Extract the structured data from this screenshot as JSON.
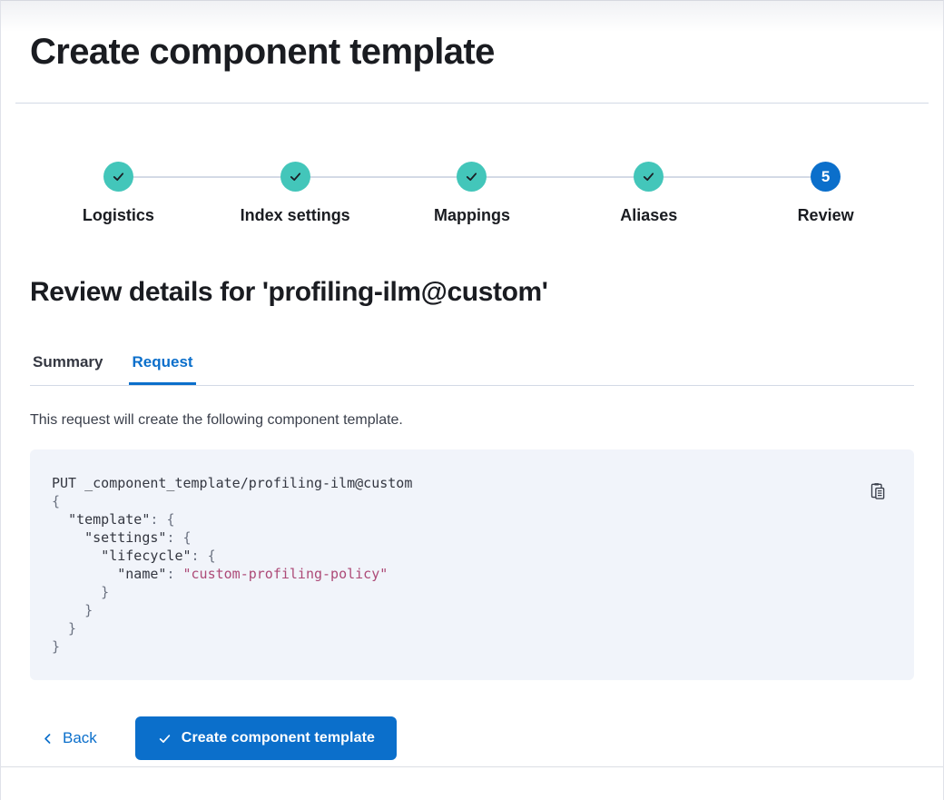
{
  "window": {
    "title": "Create component template"
  },
  "colors": {
    "primary": "#0b6fcb",
    "success": "#43c6ba",
    "divider": "#d3dae6",
    "code_bg": "#f1f4fa",
    "text": "#1a1c21",
    "body_text": "#3a3f4b",
    "code_string": "#ad4a77",
    "code_punc": "#6a7180"
  },
  "stepper": {
    "steps": [
      {
        "label": "Logistics",
        "status": "complete",
        "icon": "check-icon"
      },
      {
        "label": "Index settings",
        "status": "complete",
        "icon": "check-icon"
      },
      {
        "label": "Mappings",
        "status": "complete",
        "icon": "check-icon"
      },
      {
        "label": "Aliases",
        "status": "complete",
        "icon": "check-icon"
      },
      {
        "label": "Review",
        "status": "current",
        "number": "5"
      }
    ]
  },
  "review": {
    "heading": "Review details for 'profiling-ilm@custom'",
    "tabs": [
      {
        "label": "Summary",
        "active": false
      },
      {
        "label": "Request",
        "active": true
      }
    ]
  },
  "request": {
    "description": "This request will create the following component template.",
    "copy_icon": "copy-clipboard-icon",
    "code": {
      "lines": [
        [
          {
            "t": "PUT _component_template/profiling-ilm@custom",
            "c": "k"
          }
        ],
        [
          {
            "t": "{",
            "c": "p"
          }
        ],
        [
          {
            "t": "  ",
            "c": "p"
          },
          {
            "t": "\"template\"",
            "c": "k"
          },
          {
            "t": ": ",
            "c": "p"
          },
          {
            "t": "{",
            "c": "p"
          }
        ],
        [
          {
            "t": "    ",
            "c": "p"
          },
          {
            "t": "\"settings\"",
            "c": "k"
          },
          {
            "t": ": ",
            "c": "p"
          },
          {
            "t": "{",
            "c": "p"
          }
        ],
        [
          {
            "t": "      ",
            "c": "p"
          },
          {
            "t": "\"lifecycle\"",
            "c": "k"
          },
          {
            "t": ": ",
            "c": "p"
          },
          {
            "t": "{",
            "c": "p"
          }
        ],
        [
          {
            "t": "        ",
            "c": "p"
          },
          {
            "t": "\"name\"",
            "c": "k"
          },
          {
            "t": ": ",
            "c": "p"
          },
          {
            "t": "\"custom-profiling-policy\"",
            "c": "s"
          }
        ],
        [
          {
            "t": "      }",
            "c": "p"
          }
        ],
        [
          {
            "t": "    }",
            "c": "p"
          }
        ],
        [
          {
            "t": "  }",
            "c": "p"
          }
        ],
        [
          {
            "t": "}",
            "c": "p"
          }
        ]
      ]
    }
  },
  "footer": {
    "back_label": "Back",
    "submit_label": "Create component template"
  }
}
